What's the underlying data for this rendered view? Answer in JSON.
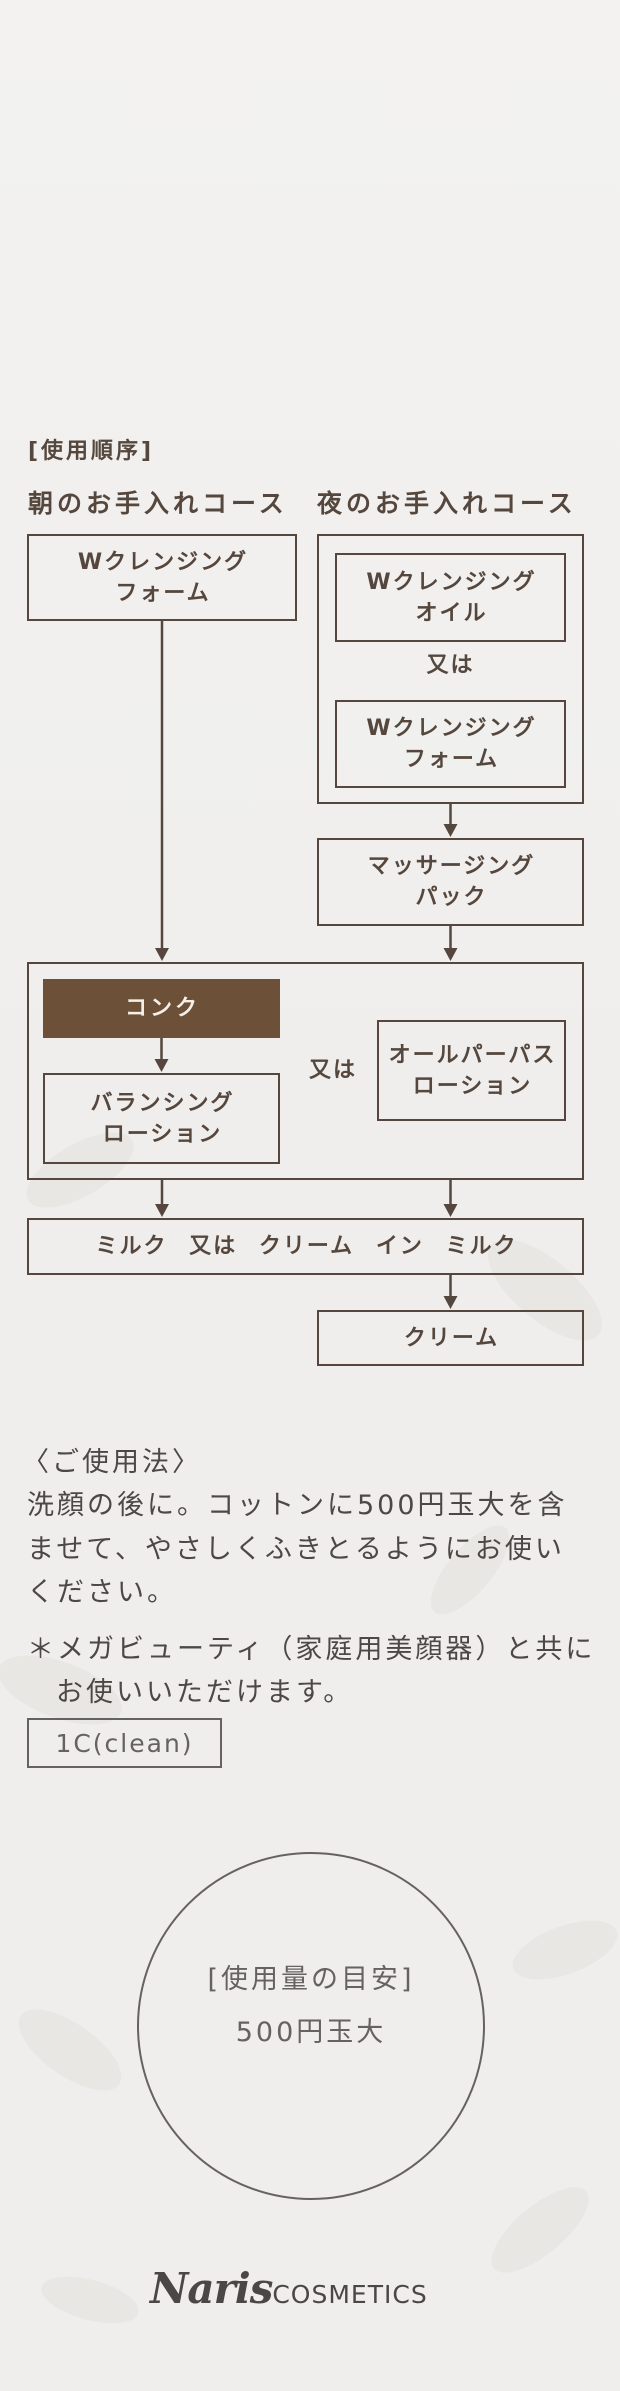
{
  "usage_order": {
    "heading": "[使用順序]",
    "morning_course": "朝のお手入れコース",
    "night_course": "夜のお手入れコース",
    "morning_cleansing_foam": {
      "line1": "Wクレンジング",
      "line2": "フォーム"
    },
    "night_cleansing_oil": {
      "line1": "Wクレンジング",
      "line2": "オイル"
    },
    "night_or_label": "又は",
    "night_cleansing_foam": {
      "line1": "Wクレンジング",
      "line2": "フォーム"
    },
    "massaging_pack": {
      "line1": "マッサージング",
      "line2": "パック"
    },
    "conc": "コンク",
    "balancing_lotion": {
      "line1": "バランシング",
      "line2": "ローション"
    },
    "lotion_or_label": "又は",
    "all_purpose_lotion": {
      "line1": "オールパーパス",
      "line2": "ローション"
    },
    "milk_step": "ミルク 又は クリーム イン ミルク",
    "cream": "クリーム"
  },
  "directions": {
    "heading": "〈ご使用法〉",
    "lines": [
      "洗顔の後に。コットンに500円玉大を含",
      "ませて、やさしくふきとるようにお使い",
      "ください。"
    ],
    "note_lines": [
      "＊メガビューティ（家庭用美顔器）と共に",
      "お使いいただけます。"
    ]
  },
  "product_code": "1C(clean)",
  "amount_guide": {
    "heading": "[使用量の目安]",
    "value": "500円玉大"
  },
  "brand": {
    "script": "Naris",
    "name": "COSMETICS"
  },
  "colors": {
    "background": "#efeeec",
    "flow_text": "#55473d",
    "accent": "#6d5038",
    "accent_text": "#f4efe8",
    "body_text": "#4d4845",
    "muted_text": "#66625f"
  }
}
